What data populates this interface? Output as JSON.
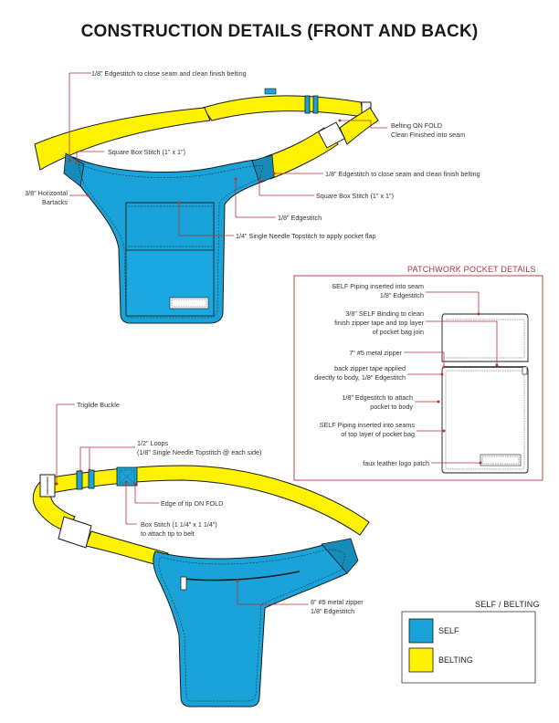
{
  "title": "CONSTRUCTION DETAILS (FRONT AND BACK)",
  "colors": {
    "self": "#1aa3d9",
    "belting": "#fff200",
    "callout": "#b8333b",
    "outline": "#1a1a1a"
  },
  "front_callouts": {
    "edgestitch_top": "1/8\" Edgestitch to close seam and clean finish belting",
    "belting_on_fold_1": "Belting ON FOLD",
    "belting_on_fold_2": "Clean Finished into seam",
    "square_box_left": "Square Box Stitch (1\" x 1\")",
    "edgestitch_right": "1/8\" Edgestitch to close seam and clean finish belting",
    "horizontal_bartacks_1": "3/8\" Horizontal",
    "horizontal_bartacks_2": "Bartacks",
    "square_box_right": "Square Box Stitch (1\" x 1\")",
    "edgestitch_pocket": "1/8\" Edgestitch",
    "topstitch_flap": "1/4\" Single Needle Topstitch to apply pocket flap"
  },
  "patchwork": {
    "title": "PATCHWORK POCKET DETAILS",
    "piping_seam_1": "SELF Piping inserted into seam",
    "piping_seam_2": "1/8\" Edgestitch",
    "binding_1": "3/8\" SELF Binding to clean",
    "binding_2": "finish zipper tape and top layer",
    "binding_3": "of pocket bag join",
    "zipper": "7\" #5 metal zipper",
    "back_tape_1": "back zipper tape applied",
    "back_tape_2": "directly to body, 1/8\" Edgestitch",
    "attach_1": "1/8\" Edgestitch to attach",
    "attach_2": "pocket to body",
    "piping_top_1": "SELF Piping inserted into seams",
    "piping_top_2": "of top layer of pocket bag",
    "logo_patch": "faux leather logo patch"
  },
  "back_callouts": {
    "triglide": "Triglide Buckle",
    "loops_1": "1/2\" Loops",
    "loops_2": "(1/8\" Single Needle Topstitch @ each side)",
    "edge_tip": "Edge of tip ON FOLD",
    "box_stitch_1": "Box Stitch (1 1/4\" x 1 1/4\")",
    "box_stitch_2": "to attach tip to belt",
    "zipper_1": "8\" #5 metal zipper",
    "zipper_2": "1/8\" Edgestitch"
  },
  "legend": {
    "title": "SELF / BELTING",
    "items": [
      {
        "label": "SELF",
        "color": "#1aa3d9"
      },
      {
        "label": "BELTING",
        "color": "#fff200"
      }
    ]
  }
}
